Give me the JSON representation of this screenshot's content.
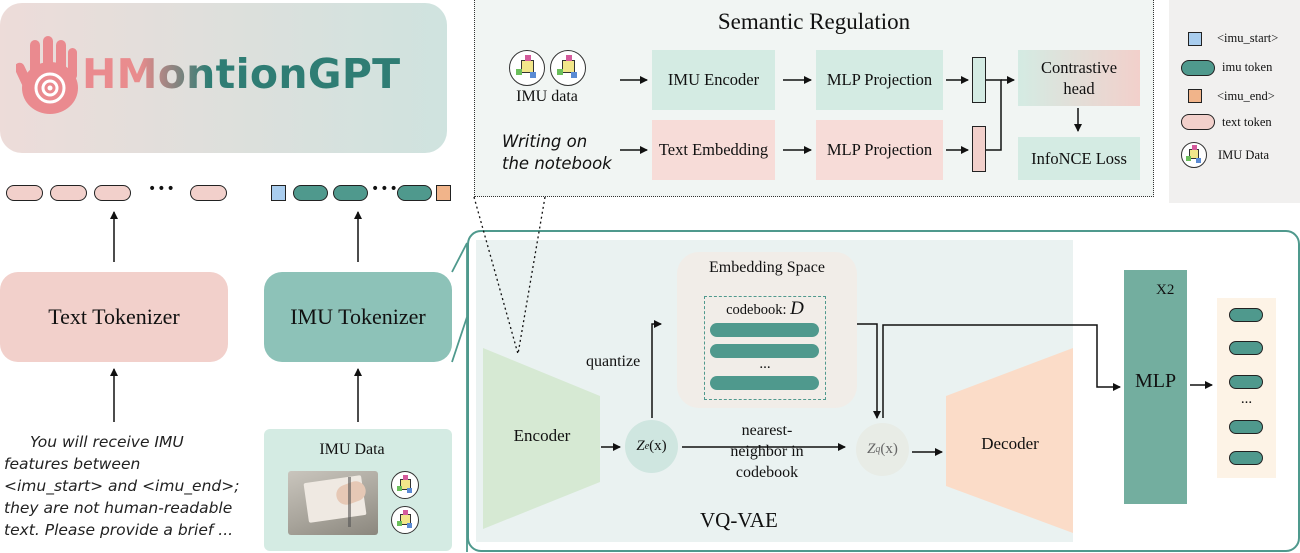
{
  "logo": {
    "text": "HMontionGPT"
  },
  "left_panel": {
    "text_tokenizer": "Text Tokenizer",
    "imu_tokenizer": "IMU Tokenizer",
    "ellipsis_text": "•••",
    "ellipsis_imu": "•••",
    "prompt_lines": [
      "You will receive IMU",
      "features between",
      "<imu_start> and <imu_end>;",
      "they are not human-readable",
      "text. Please provide a brief ..."
    ],
    "imu_data_label": "IMU Data"
  },
  "semantic_regulation": {
    "title": "Semantic Regulation",
    "imu_data_label": "IMU data",
    "writing_lines": [
      "Writing on",
      "the notebook"
    ],
    "imu_encoder": "IMU Encoder",
    "text_embedding": "Text Embedding",
    "mlp_projection_1": "MLP Projection",
    "mlp_projection_2": "MLP Projection",
    "contrastive_head": "Contrastive head",
    "infonce_loss": "InfoNCE Loss"
  },
  "legend": {
    "items": [
      {
        "label": "<imu_start>",
        "color": "#a9cdee"
      },
      {
        "label": "imu token",
        "color": "#4f998d"
      },
      {
        "label": "<imu_end>",
        "color": "#f1b48a"
      },
      {
        "label": "text token",
        "color": "#f2d0cb"
      },
      {
        "label": "IMU Data",
        "icon": "imu-data-icon"
      }
    ]
  },
  "vqvae": {
    "title": "VQ-VAE",
    "encoder": "Encoder",
    "decoder": "Decoder",
    "quantize": "quantize",
    "ze": "Z",
    "ze_sub": "e",
    "ze_arg": "(x)",
    "zq": "Z",
    "zq_sub": "q",
    "zq_arg": "(x)",
    "nearest_lines": [
      "nearest-",
      "neighbor in",
      "codebook"
    ],
    "embedding_space": "Embedding Space",
    "codebook": "codebook:",
    "codebook_symbol": "D",
    "codebook_ellipsis": "...",
    "mlp": "MLP",
    "x2": "X2",
    "output_ellipsis": "..."
  },
  "colors": {
    "teal": "#4f998d",
    "mint": "#d4ebe3",
    "pink": "#f2d0cb",
    "orange_block": "#fbdcc8",
    "mlp_teal": "#73ae9f",
    "panel_bg": "#eaf2f1"
  }
}
